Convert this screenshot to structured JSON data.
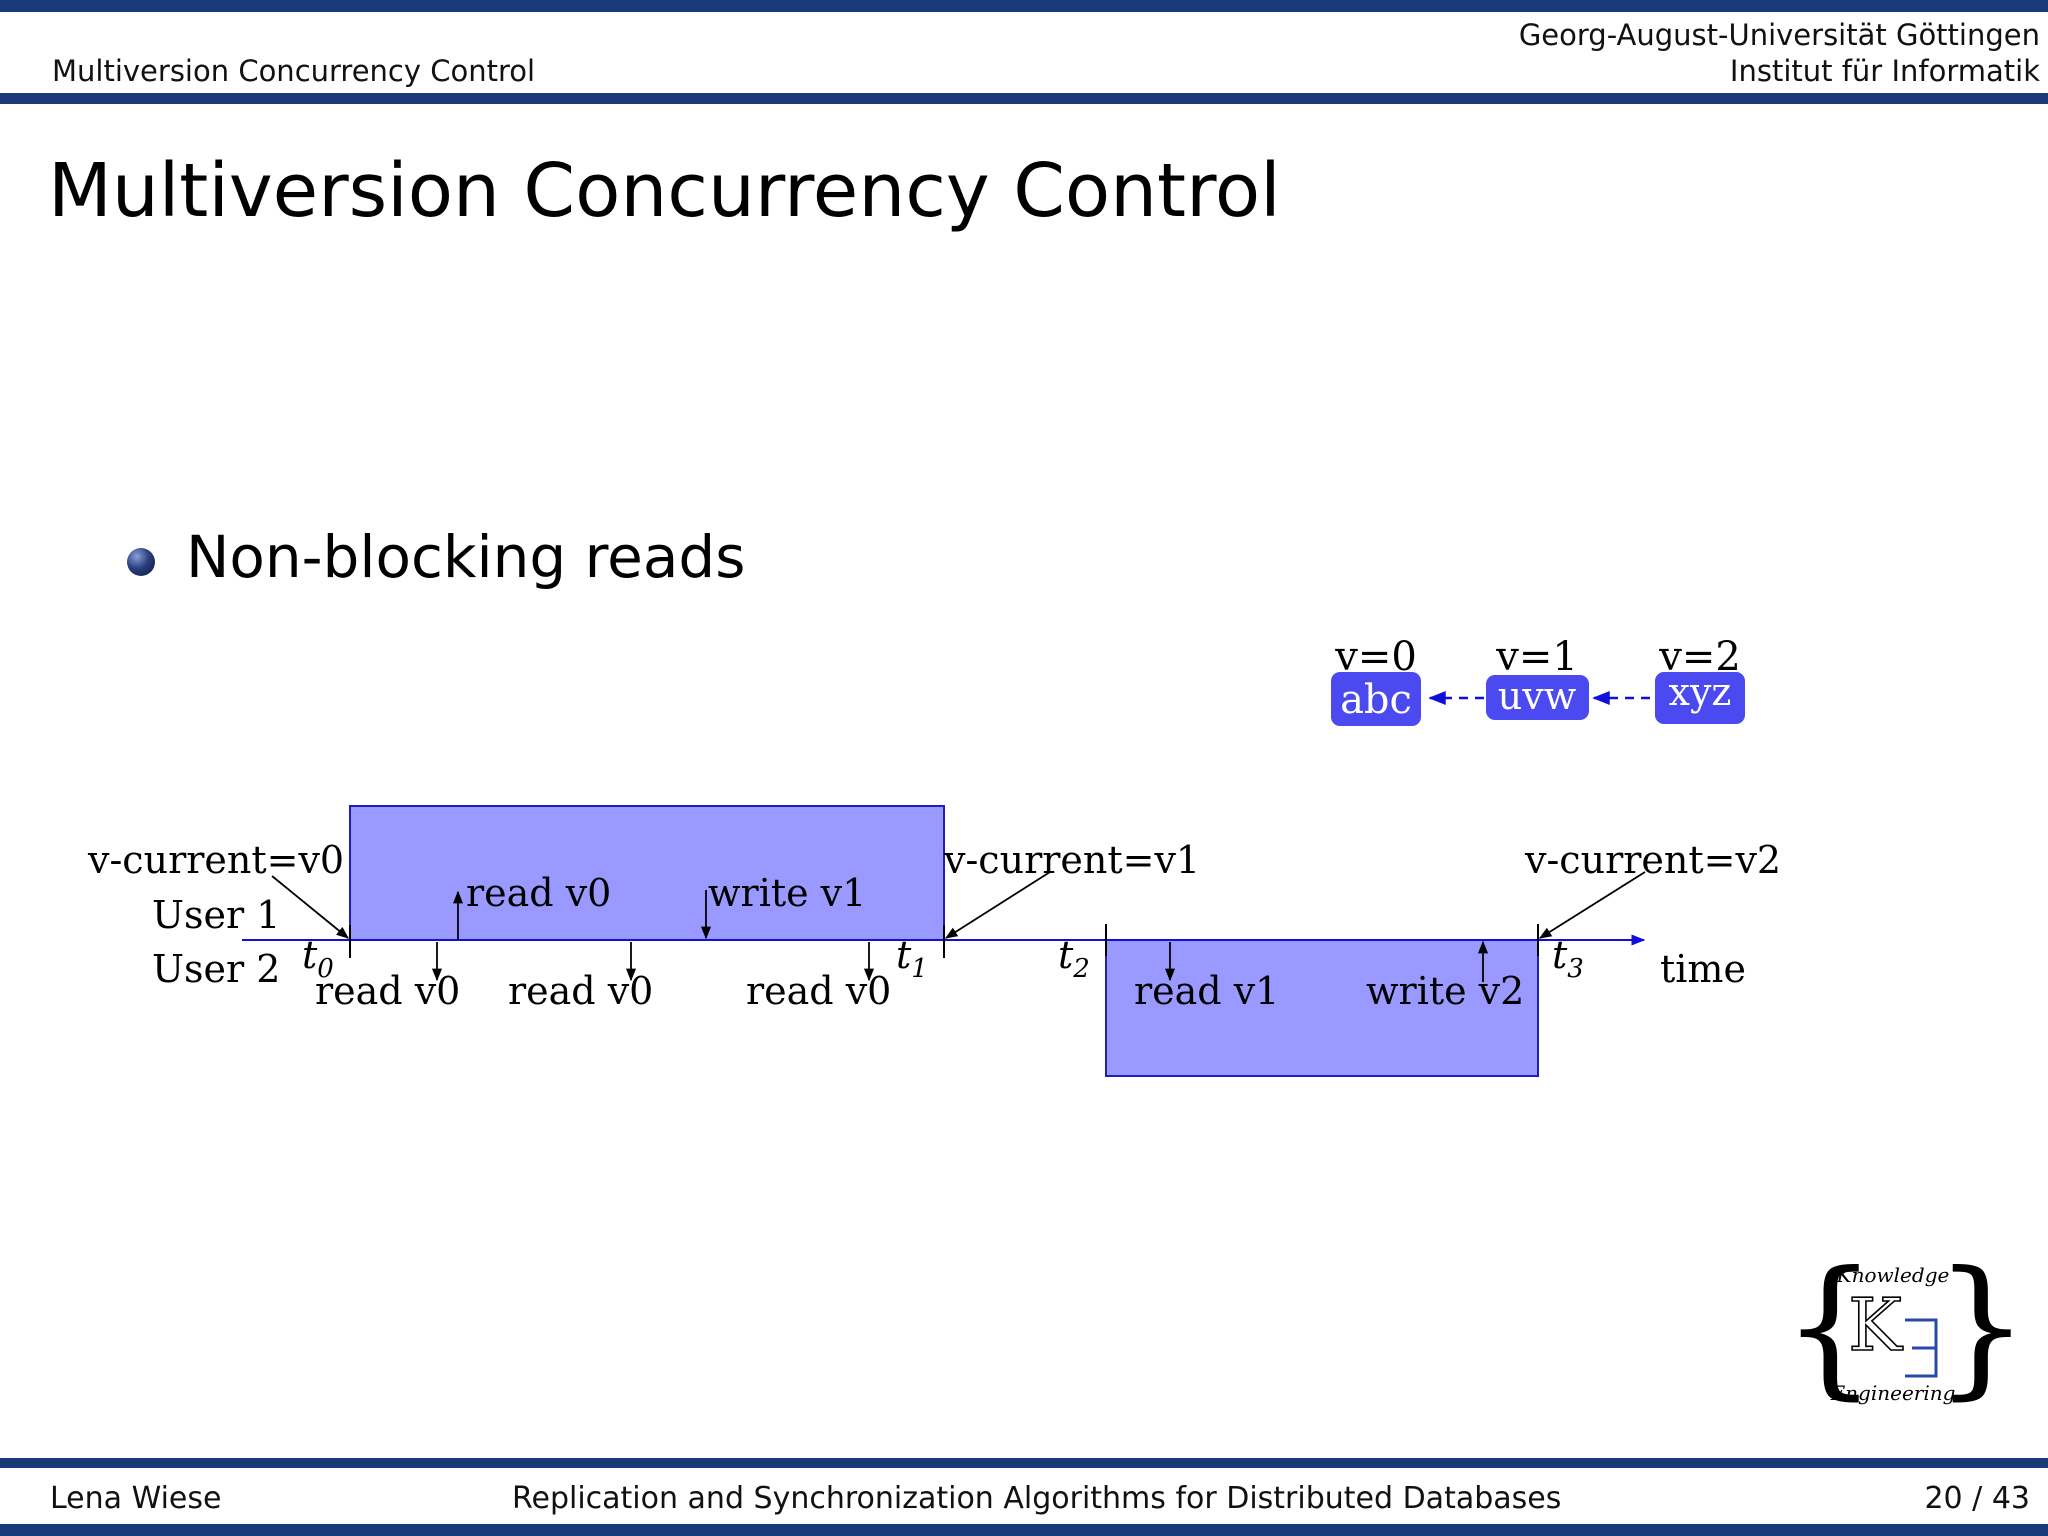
{
  "header": {
    "section": "Multiversion Concurrency Control",
    "university": "Georg-August-Universität Göttingen",
    "institute": "Institut für Informatik"
  },
  "slide": {
    "title": "Multiversion Concurrency Control",
    "bullet": "Non-blocking reads"
  },
  "diagram": {
    "versions": [
      {
        "label": "v=0",
        "value": "abc"
      },
      {
        "label": "v=1",
        "value": "uvw"
      },
      {
        "label": "v=2",
        "value": "xyz"
      }
    ],
    "current_labels": [
      "v-current=v0",
      "v-current=v1",
      "v-current=v2"
    ],
    "user1": "User 1",
    "user2": "User 2",
    "time": "time",
    "times": [
      "t",
      "t",
      "t",
      "t"
    ],
    "time_subs": [
      "0",
      "1",
      "2",
      "3"
    ],
    "user1_ops": [
      "read v0",
      "write v1"
    ],
    "user2_ops": [
      "read v0",
      "read v0",
      "read v0"
    ],
    "user2_ops_late": [
      "read v1",
      "write v2"
    ],
    "colors": {
      "block": "#9999ff",
      "border": "#1f1fb8",
      "version_box": "#4a4af0",
      "timeline": "#1010d8"
    }
  },
  "logo": {
    "top": "Knowledge",
    "bottom": "Engineering",
    "letter": "K"
  },
  "footer": {
    "author": "Lena Wiese",
    "talk": "Replication and Synchronization Algorithms for Distributed Databases",
    "page": "20 / 43"
  }
}
